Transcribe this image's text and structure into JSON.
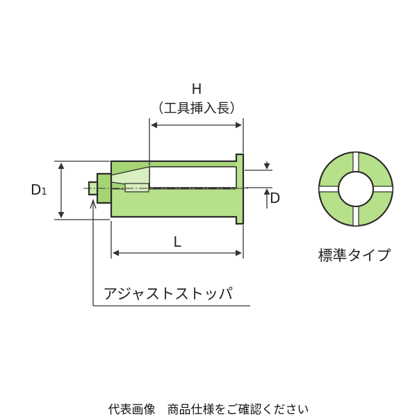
{
  "labels": {
    "H": "H",
    "tool_insert_length": "（工具挿入長）",
    "D1_main": "D",
    "D1_sub": "1",
    "D": "D",
    "L": "L",
    "adjust_stopper": "アジャストストッパ",
    "standard_type": "標準タイプ"
  },
  "caption": "代表画像　商品仕様をご確認ください",
  "colors": {
    "body_fill": "#b7e08a",
    "body_dark": "#8cc05c",
    "outline": "#2a2a2a",
    "bore": "#ffffff"
  }
}
